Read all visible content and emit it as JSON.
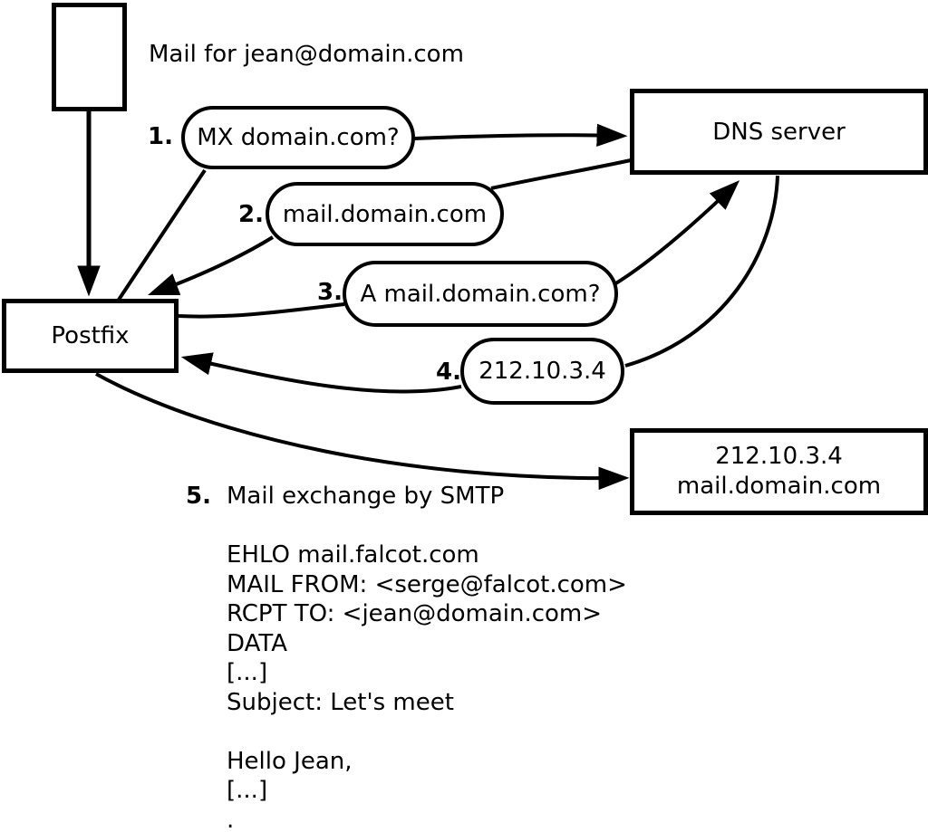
{
  "diagram": {
    "mail_label": "Mail for jean@domain.com",
    "nodes": {
      "postfix": {
        "label": "Postfix"
      },
      "dns": {
        "label": "DNS server"
      },
      "mail_server": {
        "line1": "212.10.3.4",
        "line2": "mail.domain.com"
      }
    },
    "steps": [
      {
        "number": "1.",
        "label": "MX domain.com?"
      },
      {
        "number": "2.",
        "label": "mail.domain.com"
      },
      {
        "number": "3.",
        "label": "A mail.domain.com?"
      },
      {
        "number": "4.",
        "label": "212.10.3.4"
      },
      {
        "number": "5.",
        "label": "Mail exchange by SMTP"
      }
    ],
    "smtp_session": [
      "EHLO mail.falcot.com",
      "MAIL FROM: <serge@falcot.com>",
      "RCPT TO: <jean@domain.com>",
      "DATA",
      "[...]",
      "Subject: Let's meet",
      "",
      "Hello Jean,",
      "[...]",
      "."
    ],
    "colors": {
      "stroke": "#000000",
      "background": "#ffffff"
    }
  }
}
